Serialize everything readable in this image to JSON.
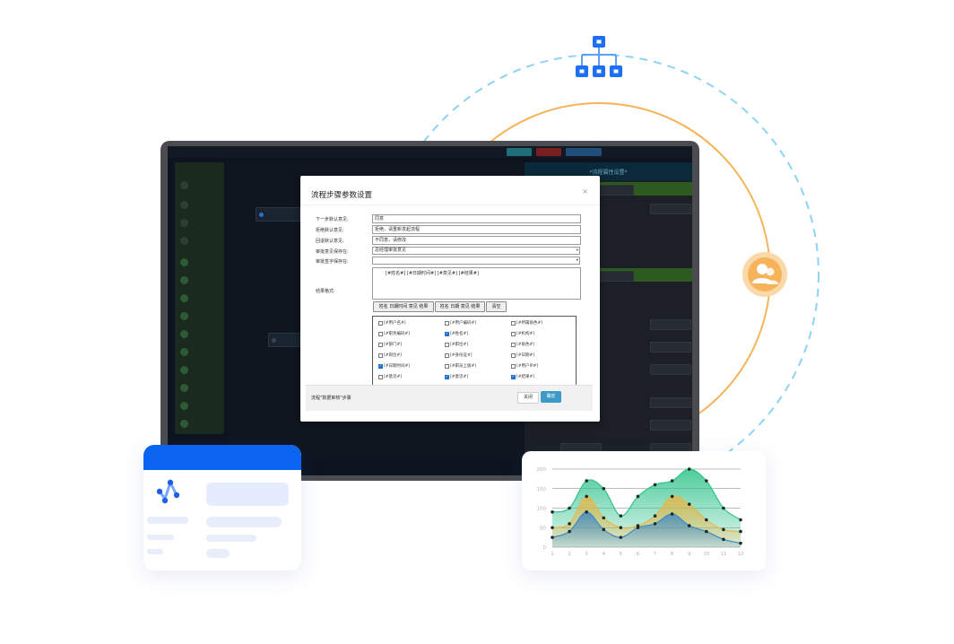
{
  "colors": {
    "brand_blue": "#0b63f2",
    "ring_orange": "#f6b35a",
    "ring_dash": "#8ed3f4",
    "ok_button": "#3d9ac6",
    "checked": "#1f6fd1"
  },
  "icons": {
    "top": "org-chart-icon",
    "right": "user-group-icon",
    "card": "workflow-logo-icon"
  },
  "app": {
    "right_panel_title": "*流程属性设置*"
  },
  "dialog": {
    "title": "流程步骤参数设置",
    "close": "×",
    "fields": [
      {
        "label": "下一步默认意见:",
        "value": "同意"
      },
      {
        "label": "拒绝默认意见:",
        "value": "拒绝，请重新发起流程"
      },
      {
        "label": "回退默认意见:",
        "value": "不同意，请修改"
      }
    ],
    "selects": [
      {
        "label": "审批意见保存在:",
        "value": "总经理审批意见"
      },
      {
        "label": "审批签字保存在:",
        "value": ""
      }
    ],
    "result_format": {
      "label": "结果格式:",
      "value": "[#姓名#] [#日期时间#] [#意见#] [#结果#]"
    },
    "format_buttons": [
      "姓名 日期时间 意见 结果",
      "姓名 日期 意见 结果",
      "清空"
    ],
    "checkboxes": [
      {
        "label": "[#用户名#]",
        "checked": false
      },
      {
        "label": "[#用户编码#]",
        "checked": false
      },
      {
        "label": "[#所属角色#]",
        "checked": false
      },
      {
        "label": "[#职务编码#]",
        "checked": false
      },
      {
        "label": "[#姓名#]",
        "checked": true
      },
      {
        "label": "[#机构#]",
        "checked": false
      },
      {
        "label": "[#部门#]",
        "checked": false
      },
      {
        "label": "[#职位#]",
        "checked": false
      },
      {
        "label": "[#角色#]",
        "checked": false
      },
      {
        "label": "[#岗位#]",
        "checked": false
      },
      {
        "label": "[#身份证#]",
        "checked": false
      },
      {
        "label": "[#日期#]",
        "checked": false
      },
      {
        "label": "[#日期时间#]",
        "checked": true
      },
      {
        "label": "[#职员上级#]",
        "checked": false
      },
      {
        "label": "[#用户IP#]",
        "checked": false
      },
      {
        "label": "[#意见#]",
        "checked": false
      },
      {
        "label": "[#意见#]",
        "checked": true
      },
      {
        "label": "[#结果#]",
        "checked": true
      }
    ],
    "footer_text": "流程\"数据审核\"步骤",
    "close_button": "关闭",
    "ok_button": "确定"
  },
  "chart_data": {
    "type": "area",
    "x": [
      1,
      2,
      3,
      4,
      5,
      6,
      7,
      8,
      9,
      10,
      11,
      12
    ],
    "yticks": [
      0,
      50,
      100,
      150,
      200
    ],
    "ylim": [
      0,
      200
    ],
    "grid": true,
    "series": [
      {
        "color": "#2fc38a",
        "values": [
          90,
          100,
          170,
          150,
          80,
          130,
          160,
          170,
          200,
          170,
          100,
          70
        ]
      },
      {
        "color": "#e7b64c",
        "values": [
          50,
          60,
          130,
          75,
          50,
          55,
          80,
          130,
          110,
          70,
          45,
          40
        ]
      },
      {
        "color": "#3f88c7",
        "values": [
          25,
          40,
          90,
          45,
          25,
          50,
          60,
          85,
          55,
          40,
          20,
          10
        ]
      }
    ]
  }
}
